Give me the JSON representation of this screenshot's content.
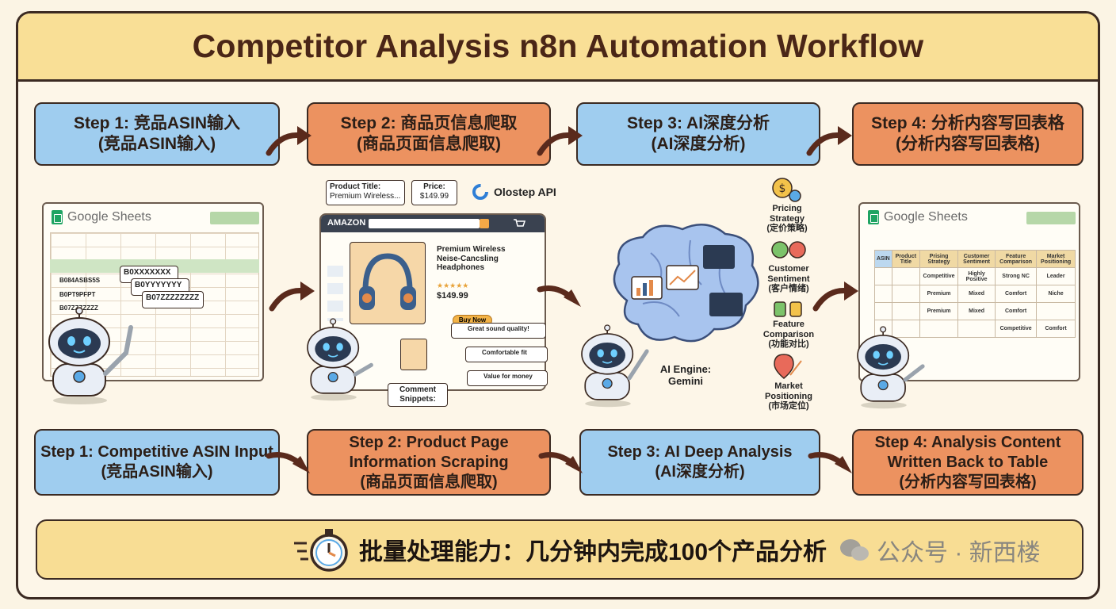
{
  "title": "Competitor Analysis n8n Automation Workflow",
  "top_steps": [
    {
      "line1": "Step 1: 竞品ASIN输入",
      "line2": "(竞品ASIN输入)"
    },
    {
      "line1": "Step 2: 商品页信息爬取",
      "line2": "(商品页面信息爬取)"
    },
    {
      "line1": "Step 3: AI深度分析",
      "line2": "(AI深度分析)"
    },
    {
      "line1": "Step 4: 分析内容写回表格",
      "line2": "(分析内容写回表格)"
    }
  ],
  "bottom_steps": [
    {
      "line1": "Step 1: Competitive ASIN Input",
      "line2": "(竞品ASIN输入)"
    },
    {
      "line1": "Step 2: Product Page Information Scraping",
      "line2": "(商品页面信息爬取)"
    },
    {
      "line1": "Step 3: AI Deep Analysis",
      "line2": "(AI深度分析)"
    },
    {
      "line1": "Step 4: Analysis Content Written Back to Table",
      "line2": "(分析内容写回表格)"
    }
  ],
  "sheets_label": "Google Sheets",
  "asin_rows": [
    "B084ASBS5S",
    "B0PT9PFPT",
    "B07ZZZZZZZ"
  ],
  "asin_cards": [
    "B0XXXXXXX",
    "B0YYYYYYY",
    "B07ZZZZZZZZ"
  ],
  "scrape": {
    "product_title_label": "Product Title:",
    "product_title_value": "Premium Wireless...",
    "price_label": "Price:",
    "price_value": "$149.99",
    "api": "Olostep API",
    "store": "AMAZON",
    "product_name": "Premium Wireless Neise-Cancsling Headphones",
    "product_price": "$149.99",
    "buy_button": "Buy Now",
    "comments": [
      "Great sound quality!",
      "Comfortable fit",
      "Value for money"
    ],
    "comment_label": "Comment Snippets:"
  },
  "ai": {
    "engine": "AI Engine: Gemini",
    "outputs": [
      {
        "en": "Pricing Strategy",
        "zh": "(定价策略)"
      },
      {
        "en": "Customer Sentiment",
        "zh": "(客户情绪)"
      },
      {
        "en": "Feature Comparison",
        "zh": "(功能对比)"
      },
      {
        "en": "Market Positioning",
        "zh": "(市场定位)"
      }
    ]
  },
  "result_table": {
    "headers": [
      "ASIN",
      "Product Title",
      "Prising Strategy",
      "Customer Sentiment",
      "Feature Comparison",
      "Market Positioning"
    ],
    "rows": [
      [
        "",
        "",
        "Competitive",
        "Highly Positive",
        "Strong NC",
        "Leader"
      ],
      [
        "",
        "",
        "Premium",
        "Mixed",
        "Comfort",
        "Niche"
      ],
      [
        "",
        "",
        "Premium",
        "Mixed",
        "Comfort",
        ""
      ],
      [
        "",
        "",
        "",
        "",
        "Competitive",
        "Comfort"
      ]
    ]
  },
  "banner": "批量处理能力：几分钟内完成100个产品分析",
  "watermark": "公众号 · 新西楼",
  "colors": {
    "blue_step": "#9fcdef",
    "orange_step": "#ec9260",
    "title_bg": "#f9df96",
    "arrow": "#5a2a1c"
  }
}
